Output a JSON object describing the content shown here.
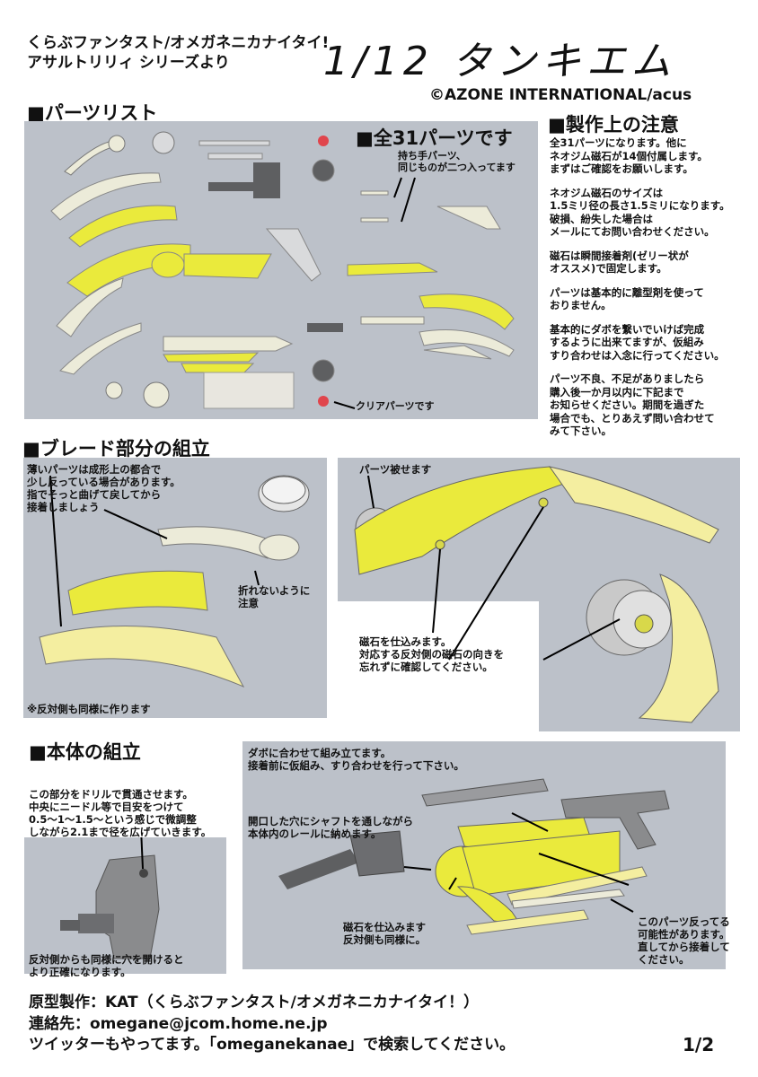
{
  "header": {
    "line1": "くらぶファンタスト/オメガネニカナイタイ!",
    "line2": "アサルトリリィ シリーズより",
    "title": "1/12 タンキエム",
    "copyright": "©AZONE INTERNATIONAL/acus"
  },
  "parts_list": {
    "heading": "■パーツリスト",
    "count_label": "■全31パーツです",
    "hand_parts_note": [
      "持ち手パーツ、",
      "同じものが二つ入ってます"
    ],
    "clear_parts_note": "クリアパーツです"
  },
  "cautions": {
    "heading": "■製作上の注意",
    "paragraphs": [
      [
        "全31パーツになります。他に",
        "ネオジム磁石が14個付属します。",
        "まずはご確認をお願いします。"
      ],
      [
        "ネオジム磁石のサイズは",
        "1.5ミリ径の長さ1.5ミリになります。",
        "破損、紛失した場合は",
        "メールにてお問い合わせください。"
      ],
      [
        "磁石は瞬間接着剤(ゼリー状が",
        "オススメ)で固定します。"
      ],
      [
        "パーツは基本的に離型剤を使って",
        "おりません。"
      ],
      [
        "基本的にダボを繋いでいけば完成",
        "するように出来てますが、仮組み",
        "すり合わせは入念に行ってください。"
      ],
      [
        "パーツ不良、不足がありましたら",
        "購入後一か月以内に下記まで",
        "お知らせください。期間を過ぎた",
        "場合でも、とりあえず問い合わせて",
        "みて下さい。"
      ]
    ]
  },
  "blade": {
    "heading": "■ブレード部分の組立",
    "thin_parts_note": [
      "薄いパーツは成形上の都合で",
      "少し反っている場合があります。",
      "指でそっと曲げて戻してから",
      "接着しましょう"
    ],
    "dont_break_note": [
      "折れないように",
      "注意"
    ],
    "other_side_note": "※反対側も同様に作ります",
    "cover_parts_note": "パーツ被せます",
    "magnet_note": [
      "磁石を仕込みます。",
      "対応する反対側の磁石の向きを",
      "忘れずに確認してください。"
    ]
  },
  "body": {
    "heading": "■本体の組立",
    "drill_note": [
      "この部分をドリルで貫通させます。",
      "中央にニードル等で目安をつけて",
      "0.5～1～1.5～という感じで微調整",
      "しながら2.1まで径を広げていきます。"
    ],
    "reverse_note": [
      "反対側からも同様に穴を開けると",
      "より正確になります。"
    ],
    "dowel_note": [
      "ダボに合わせて組み立てます。",
      "接着前に仮組み、すり合わせを行って下さい。"
    ],
    "shaft_note": [
      "開口した穴にシャフトを通しながら",
      "本体内のレールに納めます。"
    ],
    "magnet_note": [
      "磁石を仕込みます",
      "反対側も同様に。"
    ],
    "warp_note": [
      "このパーツ反ってる",
      "可能性があります。",
      "直してから接着して",
      "ください。"
    ]
  },
  "footer": {
    "creator": "原型製作：KAT（くらぶファンタスト/オメガネニカナイタイ！）",
    "contact": "連絡先：omegane@jcom.home.ne.jp",
    "twitter": "ツイッターもやってます。「omeganekanae」で検索してください。",
    "page": "1/2"
  },
  "colors": {
    "panel": "#bcc1c9",
    "clear_yellow": "#f2f27a",
    "part_yellow": "#eaea3c",
    "part_white": "#ecebd9",
    "part_grey": "#5e5f61",
    "clear_red": "#e0454c"
  }
}
